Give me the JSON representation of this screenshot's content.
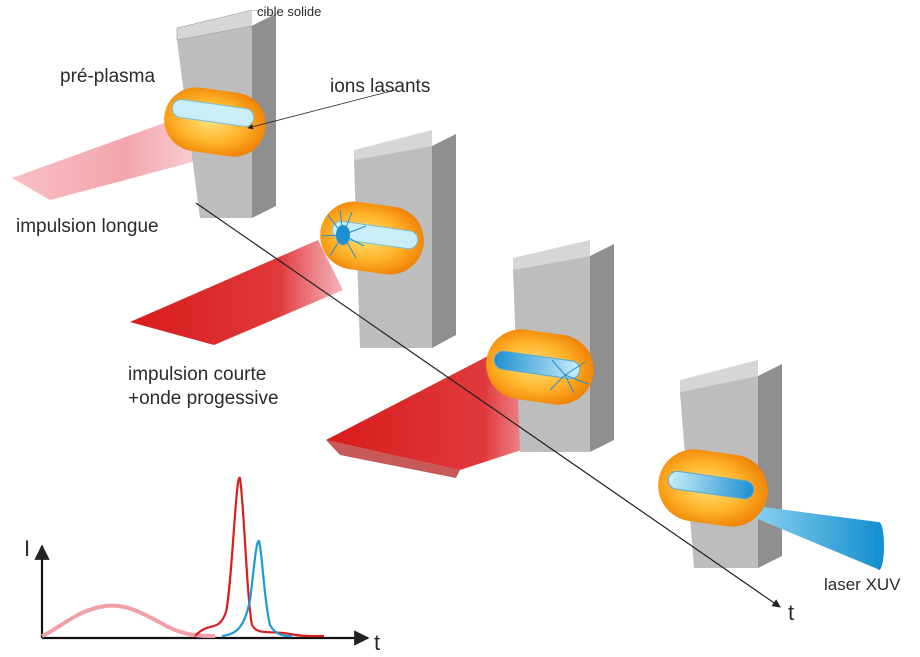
{
  "labels": {
    "target": "cible solide",
    "preplasma": "pré-plasma",
    "ions": "ions lasants",
    "long_pulse": "impulsion longue",
    "short_pulse_1": "impulsion courte",
    "short_pulse_2": "+onde progessive",
    "xuv": "laser XUV",
    "time_axis": "t",
    "plot_y": "I",
    "plot_x": "t"
  },
  "colors": {
    "target_front": "#bdbdbd",
    "target_side": "#8f8f8f",
    "target_top": "#d6d6d6",
    "plasma_outer": "#f08c00",
    "plasma_inner": "#ffd24a",
    "ion_channel": "#bfe8f4",
    "long_pulse": "#f3a3aa",
    "short_pulse": "#d81e1e",
    "xuv_beam": "#1e9ad6"
  }
}
